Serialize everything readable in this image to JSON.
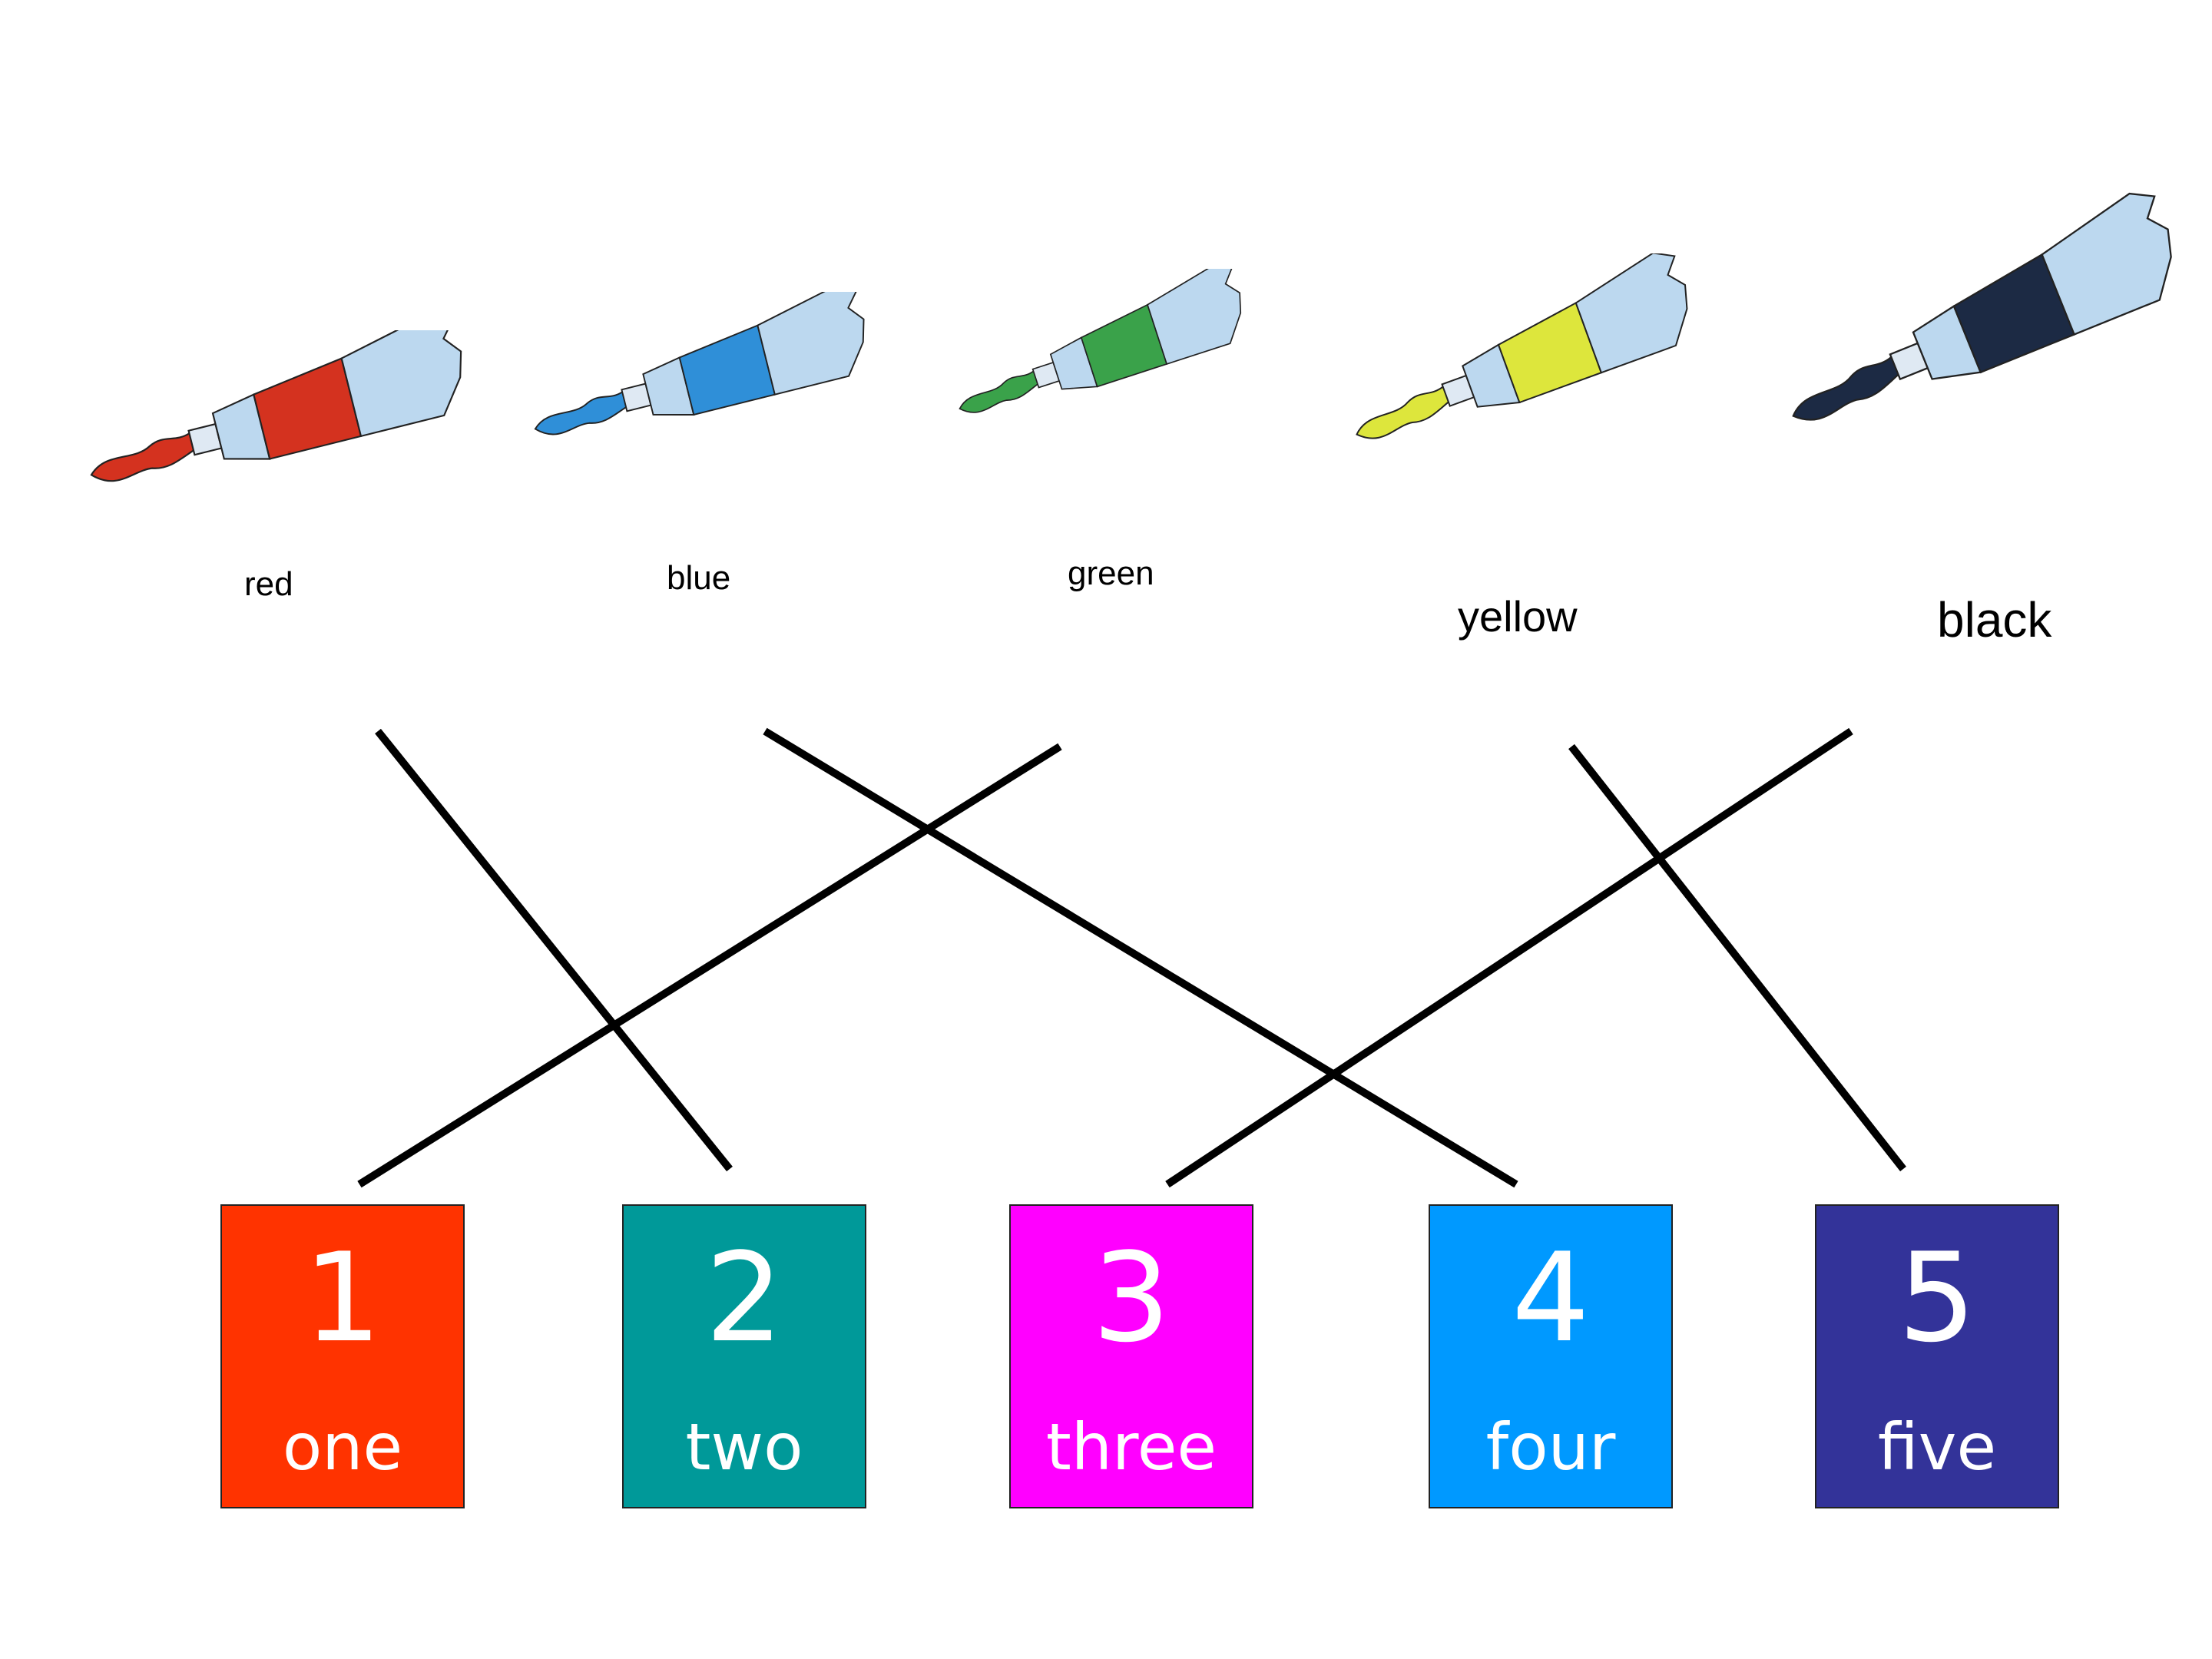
{
  "colors": [
    {
      "label": "red",
      "paint": "#d4321f",
      "icon": "paint-tube-icon"
    },
    {
      "label": "blue",
      "paint": "#2f8fd8",
      "icon": "paint-tube-icon"
    },
    {
      "label": "green",
      "paint": "#3aa24a",
      "icon": "paint-tube-icon"
    },
    {
      "label": "yellow",
      "paint": "#dde63c",
      "icon": "paint-tube-icon"
    },
    {
      "label": "black",
      "paint": "#1c2a44",
      "icon": "paint-tube-icon"
    }
  ],
  "numbers": [
    {
      "digit": "1",
      "word": "one",
      "bg": "#ff3300"
    },
    {
      "digit": "2",
      "word": "two",
      "bg": "#009999"
    },
    {
      "digit": "3",
      "word": "three",
      "bg": "#ff00ff"
    },
    {
      "digit": "4",
      "word": "four",
      "bg": "#0099ff"
    },
    {
      "digit": "5",
      "word": "five",
      "bg": "#333399"
    }
  ],
  "matches": [
    {
      "color": "red",
      "number": "2"
    },
    {
      "color": "blue",
      "number": "4"
    },
    {
      "color": "green",
      "number": "1"
    },
    {
      "color": "yellow",
      "number": "5"
    },
    {
      "color": "black",
      "number": "3"
    }
  ],
  "tube_metal": "#bcd8ef",
  "line_color": "#000000"
}
